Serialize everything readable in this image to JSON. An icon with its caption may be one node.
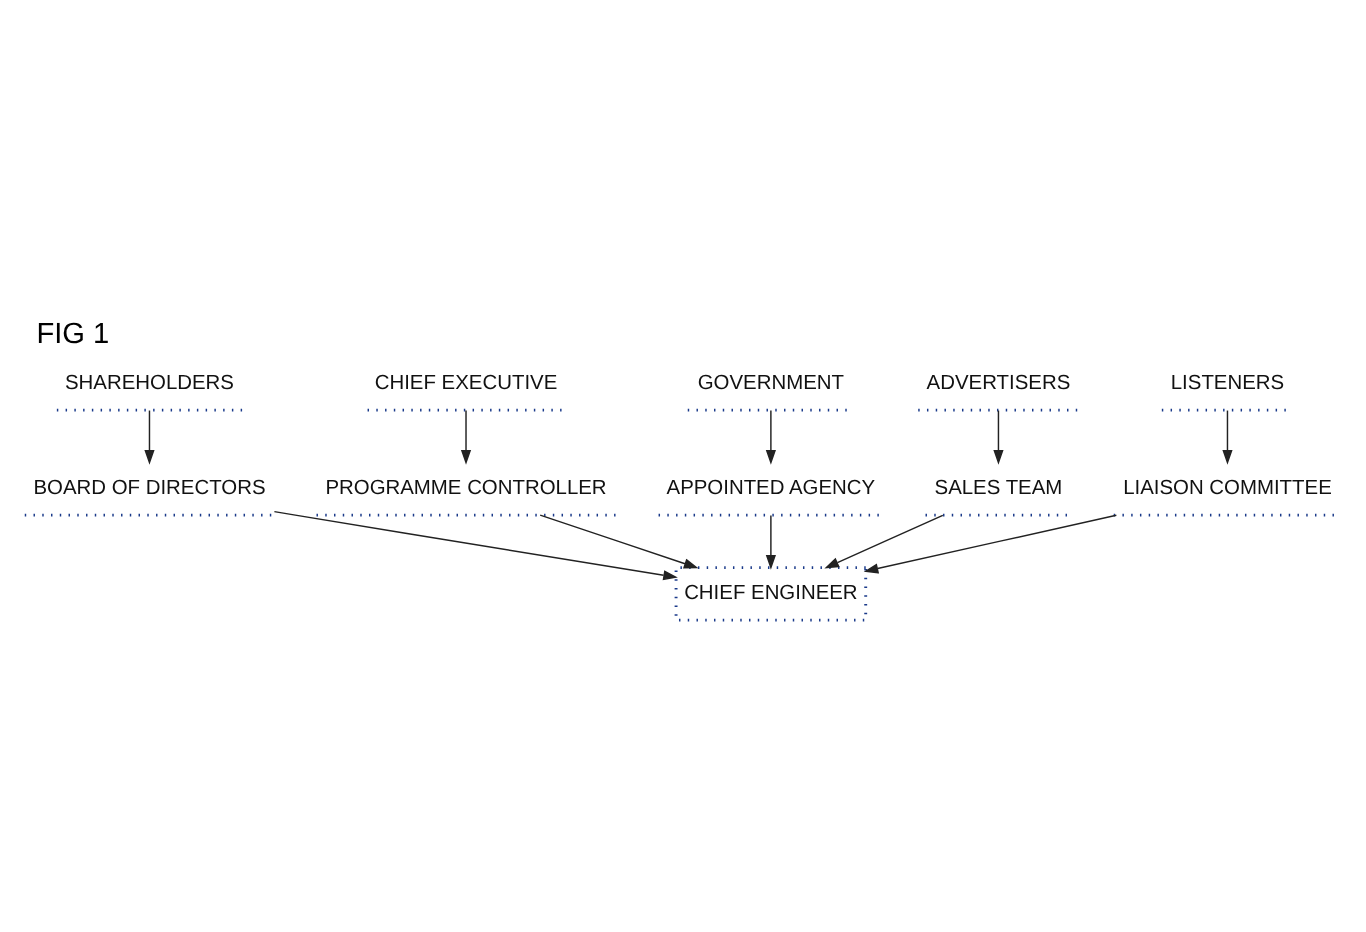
{
  "diagram": {
    "title": "FIG 1",
    "nodes": [
      {
        "text": [
          "SHAREHOLDERS"
        ]
      },
      {
        "text": [
          "CHIEF EXECUTIVE"
        ]
      },
      {
        "text": [
          "PROGRAMME CONTROLLER"
        ]
      },
      {
        "text": [
          "BOARD OF DIRECTORS"
        ]
      },
      {
        "text": [
          "CHIEF ENGINEER"
        ]
      },
      {
        "text": [
          "APPOINTED AGENCY"
        ]
      },
      {
        "text": [
          "SALES TEAM"
        ]
      },
      {
        "text": [
          "GOVERNMENT"
        ]
      },
      {
        "text": [
          "ADVERTISERS"
        ]
      },
      {
        "text": [
          "LIAISON COMMITTEE"
        ]
      },
      {
        "text": [
          "LISTENERS"
        ]
      }
    ],
    "edges": [
      {
        "from": 0,
        "to": 3,
        "arrow": "to"
      },
      {
        "from": 1,
        "to": 2,
        "arrow": "to"
      },
      {
        "from": 2,
        "to": 4,
        "arrow": "to"
      },
      {
        "from": 3,
        "to": 4,
        "arrow": "to"
      },
      {
        "from": 5,
        "to": 4,
        "arrow": "to"
      },
      {
        "from": 6,
        "to": 4,
        "arrow": "to"
      },
      {
        "from": 7,
        "to": 5,
        "arrow": "to"
      },
      {
        "from": 8,
        "to": 6,
        "arrow": "to"
      },
      {
        "from": 9,
        "to": 4,
        "arrow": "to"
      },
      {
        "from": 10,
        "to": 9,
        "arrow": "to"
      }
    ]
  }
}
